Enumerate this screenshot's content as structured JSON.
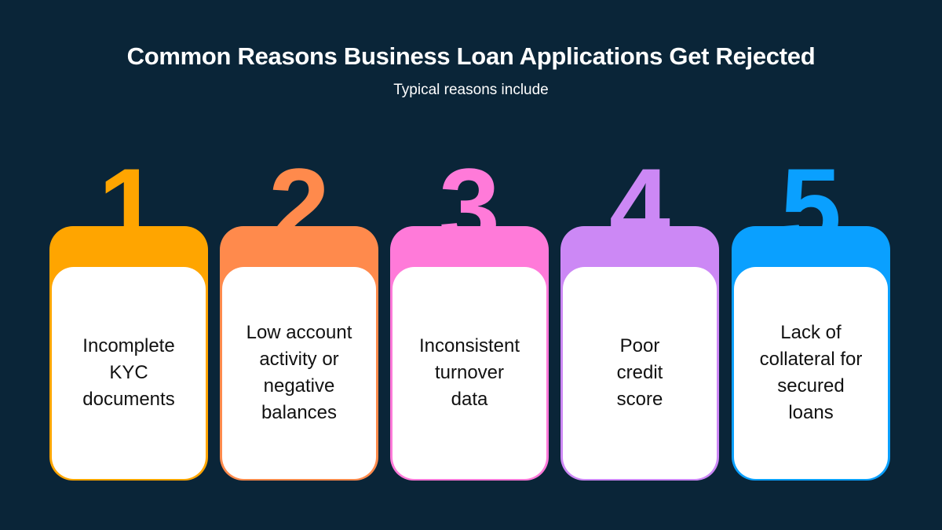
{
  "header": {
    "title": "Common Reasons Business Loan Applications Get Rejected",
    "subtitle": "Typical reasons include"
  },
  "cards": [
    {
      "number": "1",
      "text": "Incomplete\nKYC\ndocuments",
      "color": "#ffa500"
    },
    {
      "number": "2",
      "text": "Low account\nactivity or\nnegative\nbalances",
      "color": "#ff8a4c"
    },
    {
      "number": "3",
      "text": "Inconsistent\nturnover\ndata",
      "color": "#ff7ad9"
    },
    {
      "number": "4",
      "text": "Poor\ncredit\nscore",
      "color": "#cc88f5"
    },
    {
      "number": "5",
      "text": "Lack of\ncollateral for\nsecured\nloans",
      "color": "#0aa0ff"
    }
  ],
  "colors": {
    "background": "#0a2538"
  }
}
